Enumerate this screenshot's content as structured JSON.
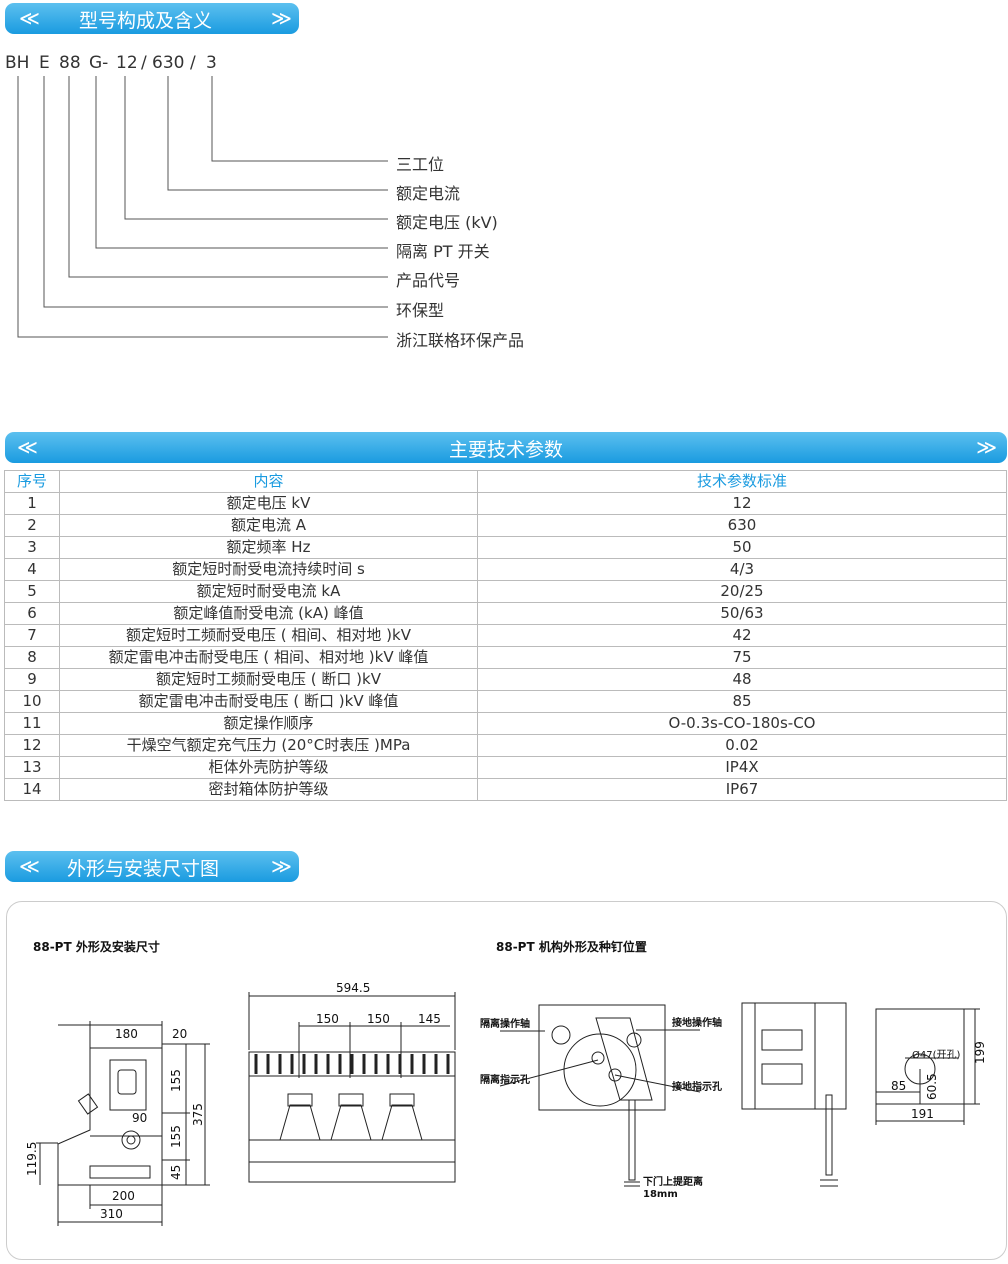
{
  "banners": {
    "model": "型号构成及含义",
    "params": "主要技术参数",
    "outline": "外形与安装尺寸图",
    "chev_left": "≪",
    "chev_right": "≫"
  },
  "model_code": [
    "BH",
    "E",
    "88",
    "G-",
    "12",
    "/",
    "630",
    "/",
    "3"
  ],
  "model_meanings": [
    "三工位",
    "额定电流",
    "额定电压 (kV)",
    "隔离 PT 开关",
    "产品代号",
    "环保型",
    "浙江联格环保产品"
  ],
  "table": {
    "headers": [
      "序号",
      "内容",
      "技术参数标准"
    ],
    "rows": [
      [
        "1",
        "额定电压 kV",
        "12"
      ],
      [
        "2",
        "额定电流 A",
        "630"
      ],
      [
        "3",
        "额定频率 Hz",
        "50"
      ],
      [
        "4",
        "额定短时耐受电流持续时间 s",
        "4/3"
      ],
      [
        "5",
        "额定短时耐受电流 kA",
        "20/25"
      ],
      [
        "6",
        "额定峰值耐受电流 (kA) 峰值",
        "50/63"
      ],
      [
        "7",
        "额定短时工频耐受电压 ( 相间、相对地 )kV",
        "42"
      ],
      [
        "8",
        "额定雷电冲击耐受电压 ( 相间、相对地 )kV 峰值",
        "75"
      ],
      [
        "9",
        "额定短时工频耐受电压 ( 断口 )kV",
        "48"
      ],
      [
        "10",
        "额定雷电冲击耐受电压 ( 断口 )kV 峰值",
        "85"
      ],
      [
        "11",
        "额定操作顺序",
        "O-0.3s-CO-180s-CO"
      ],
      [
        "12",
        "干燥空气额定充气压力 (20°C时表压 )MPa",
        "0.02"
      ],
      [
        "13",
        "柜体外壳防护等级",
        "IP4X"
      ],
      [
        "14",
        "密封箱体防护等级",
        "IP67"
      ]
    ]
  },
  "drawing": {
    "caption_left": "88-PT 外形及安装尺寸",
    "caption_right": "88-PT 机构外形及种钉位置",
    "dims_left": {
      "d180": "180",
      "d20": "20",
      "d155a": "155",
      "d155b": "155",
      "d375": "375",
      "d90": "90",
      "d45": "45",
      "d1195": "119.5",
      "d200": "200",
      "d310": "310"
    },
    "dims_mid": {
      "d5945": "594.5",
      "d150a": "150",
      "d150b": "150",
      "d145": "145"
    },
    "labels_mech": {
      "iso_shaft": "隔离操作轴",
      "earth_shaft": "接地操作轴",
      "iso_hole": "隔离指示孔",
      "earth_hole": "接地指示孔",
      "door1": "下门上提距离",
      "door2": "18mm"
    },
    "dims_right": {
      "d47": "Ø47(开孔)",
      "d199": "199",
      "d85": "85",
      "d605": "60.5",
      "d191": "191"
    }
  }
}
